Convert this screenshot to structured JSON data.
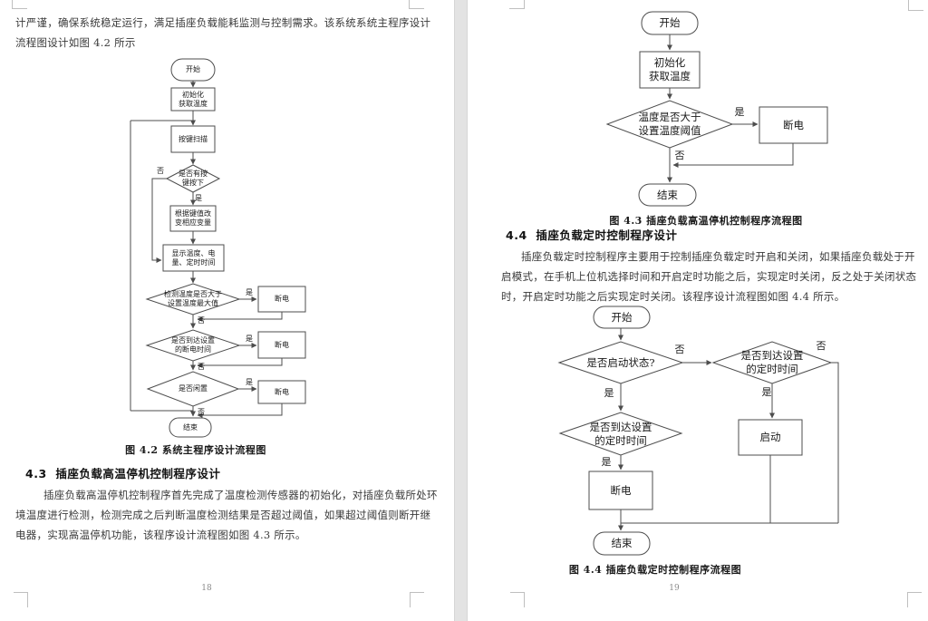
{
  "left_page": {
    "intro_lines": [
      "计严谨，确保系统稳定运行，满足插座负载能耗监测与控制需求。该系统系统主程序设计",
      "流程图设计如图 4.2 所示"
    ],
    "fig42": {
      "caption": "图 4.2 系统主程序设计流程图",
      "nodes": {
        "start": "开始",
        "init": "初始化\n获取温度",
        "scan": "按键扫描",
        "d_key": "是否有按\n键按下",
        "update": "根据键值改\n变相应变量",
        "display": "显示温度、电\n量、定时时间",
        "d_temp": "检测温度是否大于\n设置温度最大值",
        "d_cutoff": "是否到达设置\n的断电时间",
        "d_idle": "是否闲置",
        "cut": "断电",
        "end": "结束"
      },
      "yes": "是",
      "no": "否"
    },
    "section43_heading": "4.3  插座负载高温停机控制程序设计",
    "para43_lines": [
      "插座负载高温停机控制程序首先完成了温度检测传感器的初始化，对插座负载所处环",
      "境温度进行检测，检测完成之后判断温度检测结果是否超过阈值，如果超过阈值则断开继",
      "电器，实现高温停机功能，该程序设计流程图如图 4.3 所示。"
    ],
    "page_number": "18"
  },
  "right_page": {
    "fig43": {
      "caption": "图 4.3 插座负载高温停机控制程序流程图",
      "nodes": {
        "start": "开始",
        "init": "初始化\n获取温度",
        "d_temp": "温度是否大于\n设置温度阈值",
        "cut": "断电",
        "end": "结束"
      },
      "yes": "是",
      "no": "否"
    },
    "section44_heading": "4.4  插座负载定时控制程序设计",
    "para44_lines": [
      "插座负载定时控制程序主要用于控制插座负载定时开启和关闭，如果插座负载处于开",
      "启模式，在手机上位机选择时间和开启定时功能之后，实现定时关闭，反之处于关闭状态",
      "时，开启定时功能之后实现定时关闭。该程序设计流程图如图 4.4 所示。"
    ],
    "fig44": {
      "caption": "图 4.4 插座负载定时控制程序流程图",
      "nodes": {
        "start": "开始",
        "d_state": "是否启动状态?",
        "d_timer_r": "是否到达设置\n的定时时间",
        "launch": "启动",
        "d_timer_l": "是否到达设置\n的定时时间",
        "cut": "断电",
        "end": "结束"
      },
      "yes": "是",
      "no": "否"
    },
    "page_number": "19"
  }
}
